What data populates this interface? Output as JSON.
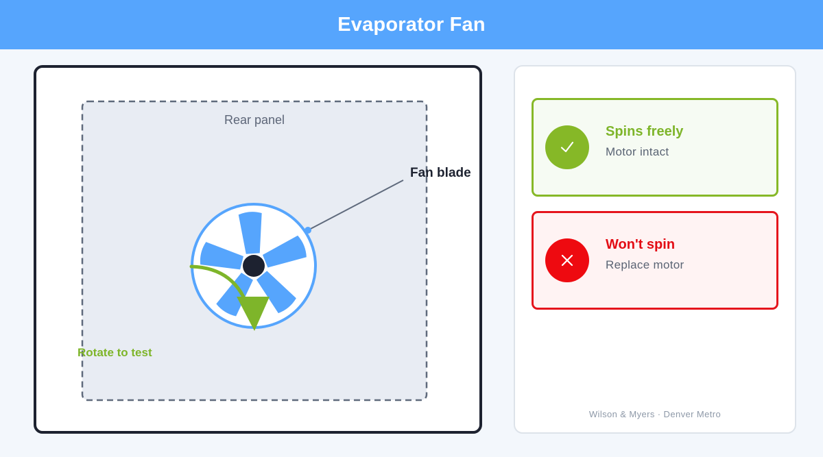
{
  "header": {
    "title": "Evaporator Fan"
  },
  "diagram": {
    "panel_label": "Rear panel",
    "fan_label": "Fan blade",
    "rotate_label": "Rotate to test",
    "blade_count": 5
  },
  "results": [
    {
      "id": "pass",
      "title": "Spins freely",
      "subtitle": "Motor intact",
      "icon": "check-icon"
    },
    {
      "id": "fail",
      "title": "Won't spin",
      "subtitle": "Replace motor",
      "icon": "x-icon"
    }
  ],
  "footer": {
    "credit": "Wilson & Myers · Denver Metro"
  },
  "colors": {
    "header_bg": "#56a5fd",
    "fan_blue": "#56a5fd",
    "pass_green": "#86b827",
    "fail_red": "#e5141c",
    "hub": "#1d2230"
  }
}
